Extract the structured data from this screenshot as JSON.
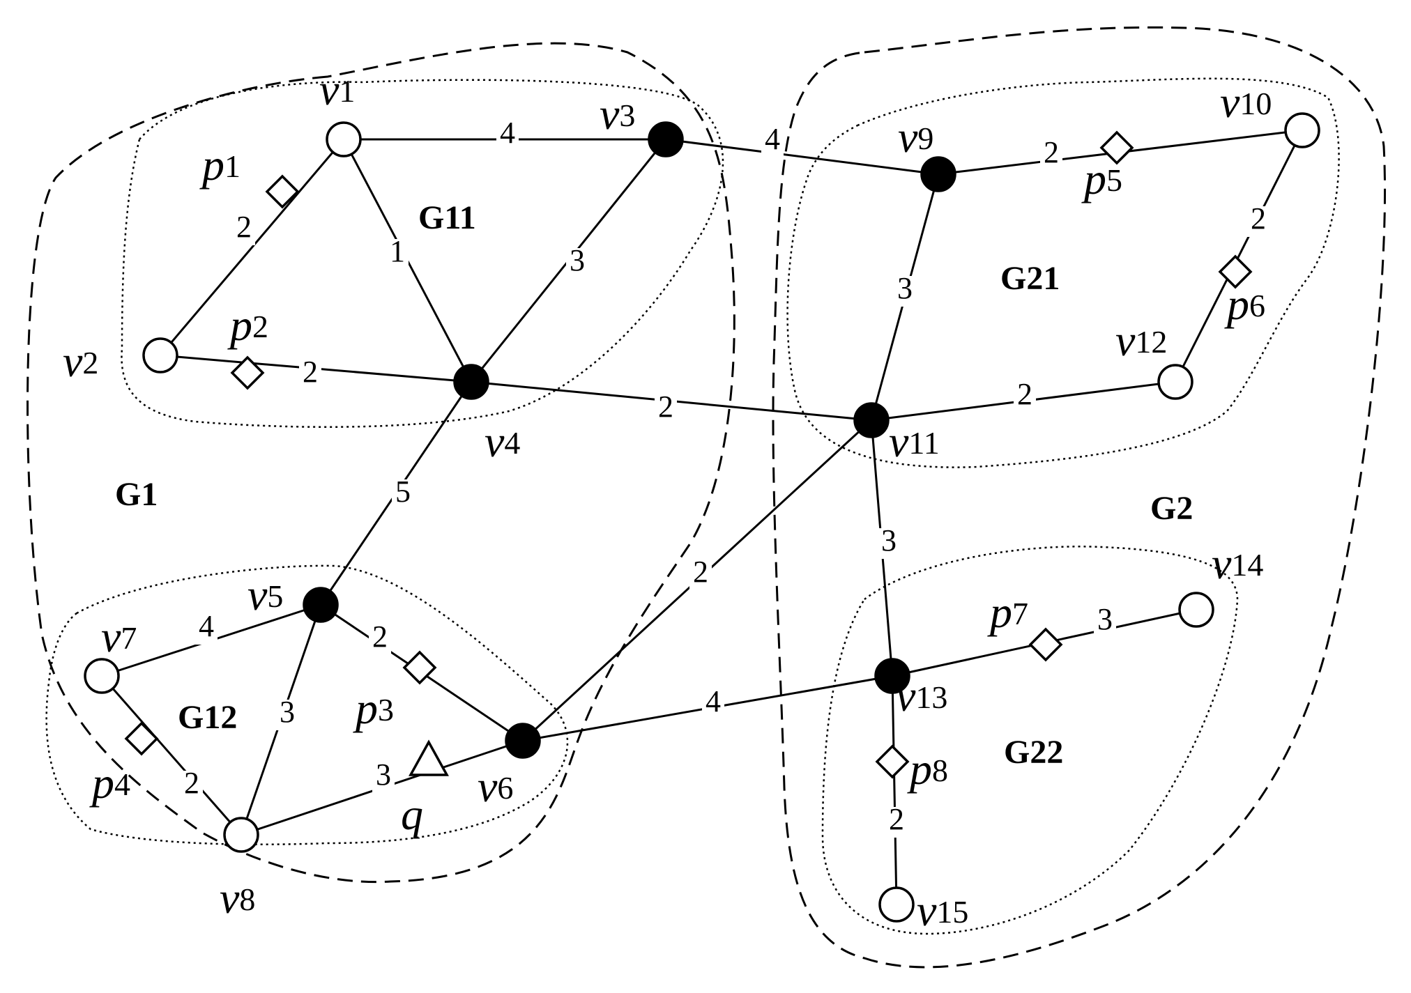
{
  "diagram": {
    "groups": [
      {
        "id": "G1",
        "label": "G1",
        "style": "dashed"
      },
      {
        "id": "G2",
        "label": "G2",
        "style": "dashed"
      },
      {
        "id": "G11",
        "label": "G11",
        "style": "dotted"
      },
      {
        "id": "G12",
        "label": "G12",
        "style": "dotted"
      },
      {
        "id": "G21",
        "label": "G21",
        "style": "dotted"
      },
      {
        "id": "G22",
        "label": "G22",
        "style": "dotted"
      }
    ],
    "vertices": [
      {
        "id": "v1",
        "label": "v",
        "sub": "1",
        "kind": "open-circle"
      },
      {
        "id": "v2",
        "label": "v",
        "sub": "2",
        "kind": "open-circle"
      },
      {
        "id": "v3",
        "label": "v",
        "sub": "3",
        "kind": "filled-circle"
      },
      {
        "id": "v4",
        "label": "v",
        "sub": "4",
        "kind": "filled-circle"
      },
      {
        "id": "v5",
        "label": "v",
        "sub": "5",
        "kind": "filled-circle"
      },
      {
        "id": "v6",
        "label": "v",
        "sub": "6",
        "kind": "filled-circle"
      },
      {
        "id": "v7",
        "label": "v",
        "sub": "7",
        "kind": "open-circle"
      },
      {
        "id": "v8",
        "label": "v",
        "sub": "8",
        "kind": "open-circle"
      },
      {
        "id": "v9",
        "label": "v",
        "sub": "9",
        "kind": "filled-circle"
      },
      {
        "id": "v10",
        "label": "v",
        "sub": "10",
        "kind": "open-circle"
      },
      {
        "id": "v11",
        "label": "v",
        "sub": "11",
        "kind": "filled-circle"
      },
      {
        "id": "v12",
        "label": "v",
        "sub": "12",
        "kind": "open-circle"
      },
      {
        "id": "v13",
        "label": "v",
        "sub": "13",
        "kind": "filled-circle"
      },
      {
        "id": "v14",
        "label": "v",
        "sub": "14",
        "kind": "open-circle"
      },
      {
        "id": "v15",
        "label": "v",
        "sub": "15",
        "kind": "open-circle"
      }
    ],
    "points": [
      {
        "id": "p1",
        "label": "p",
        "sub": "1",
        "kind": "diamond"
      },
      {
        "id": "p2",
        "label": "p",
        "sub": "2",
        "kind": "diamond"
      },
      {
        "id": "p3",
        "label": "p",
        "sub": "3",
        "kind": "diamond"
      },
      {
        "id": "p4",
        "label": "p",
        "sub": "4",
        "kind": "diamond"
      },
      {
        "id": "p5",
        "label": "p",
        "sub": "5",
        "kind": "diamond"
      },
      {
        "id": "p6",
        "label": "p",
        "sub": "6",
        "kind": "diamond"
      },
      {
        "id": "p7",
        "label": "p",
        "sub": "7",
        "kind": "diamond"
      },
      {
        "id": "p8",
        "label": "p",
        "sub": "8",
        "kind": "diamond"
      },
      {
        "id": "q",
        "label": "q",
        "sub": "",
        "kind": "triangle"
      }
    ],
    "edges": [
      {
        "from": "v1",
        "to": "v3",
        "weight": "4"
      },
      {
        "from": "v1",
        "to": "v4",
        "weight": "1"
      },
      {
        "from": "v1",
        "to": "v2",
        "weight": "2"
      },
      {
        "from": "v2",
        "to": "v4",
        "weight": "2"
      },
      {
        "from": "v3",
        "to": "v4",
        "weight": "3"
      },
      {
        "from": "v3",
        "to": "v9",
        "weight": "4"
      },
      {
        "from": "v4",
        "to": "v11",
        "weight": "2"
      },
      {
        "from": "v4",
        "to": "v5",
        "weight": "5"
      },
      {
        "from": "v5",
        "to": "v7",
        "weight": "4"
      },
      {
        "from": "v5",
        "to": "v6",
        "weight": "2"
      },
      {
        "from": "v5",
        "to": "v8",
        "weight": "3"
      },
      {
        "from": "v7",
        "to": "v8",
        "weight": "2"
      },
      {
        "from": "v8",
        "to": "v6",
        "weight": "3"
      },
      {
        "from": "v6",
        "to": "v11",
        "weight": "2"
      },
      {
        "from": "v6",
        "to": "v13",
        "weight": "4"
      },
      {
        "from": "v9",
        "to": "v10",
        "weight": "2"
      },
      {
        "from": "v9",
        "to": "v11",
        "weight": "3"
      },
      {
        "from": "v10",
        "to": "v12",
        "weight": "2"
      },
      {
        "from": "v11",
        "to": "v12",
        "weight": "2"
      },
      {
        "from": "v11",
        "to": "v13",
        "weight": "3"
      },
      {
        "from": "v13",
        "to": "v14",
        "weight": "3"
      },
      {
        "from": "v13",
        "to": "v15",
        "weight": "2"
      }
    ]
  }
}
